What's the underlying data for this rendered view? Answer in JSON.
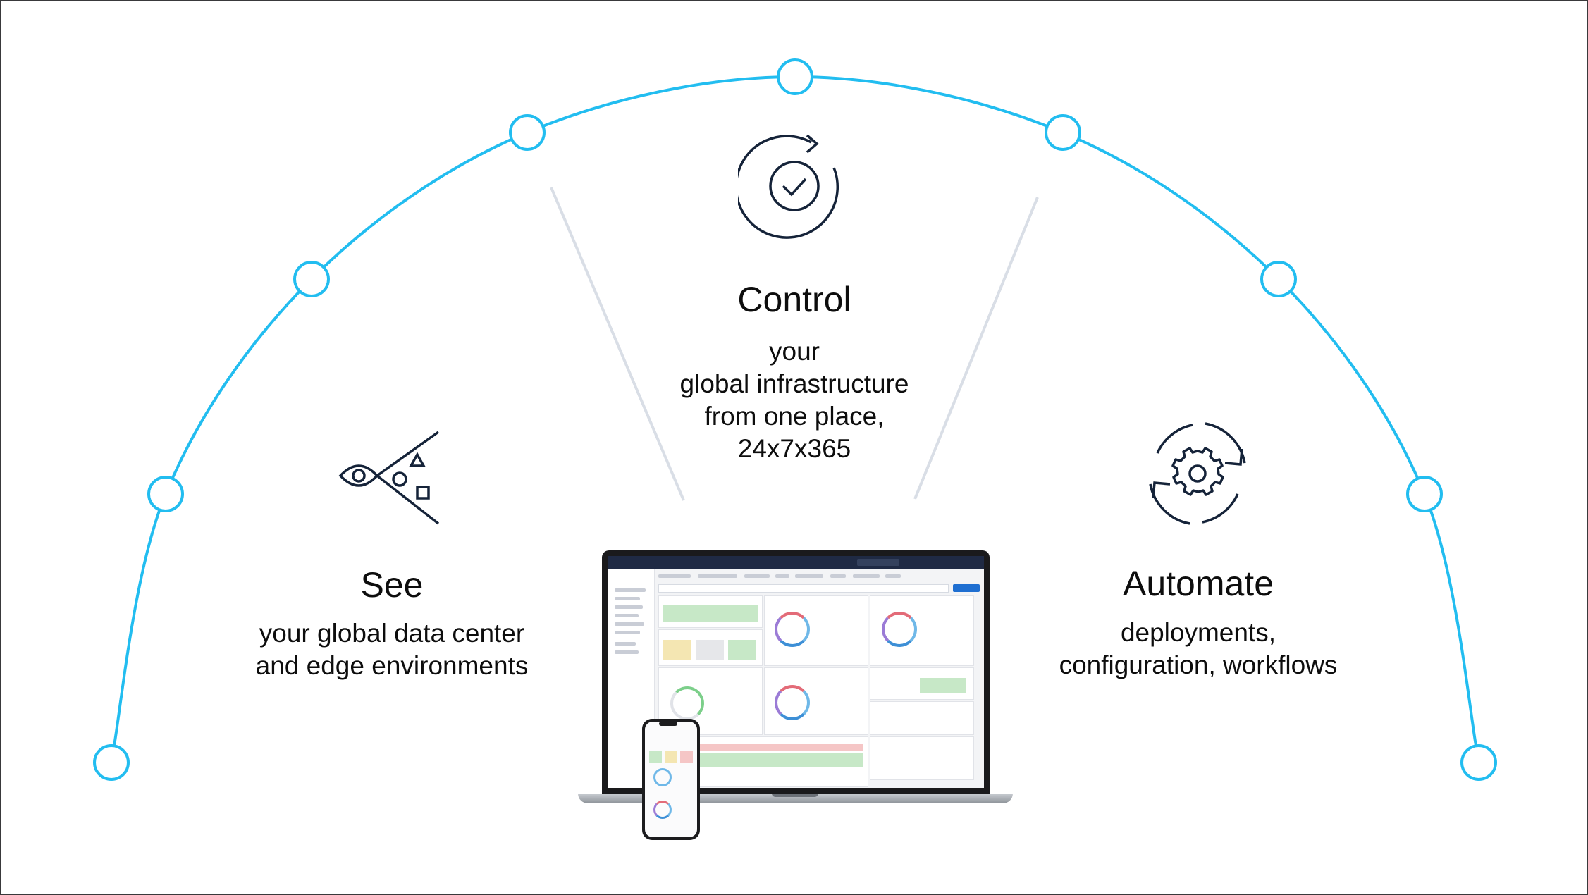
{
  "colors": {
    "arc": "#22bdf0",
    "divider": "#d9dee6",
    "icon_stroke": "#152339",
    "text": "#0d0d0d",
    "border": "#39393b"
  },
  "center": {
    "icon": "check-cycle-icon",
    "heading": "Control",
    "lines": [
      "your",
      "global infrastructure",
      "from one place,",
      "24x7x365"
    ]
  },
  "left": {
    "icon": "eye-shapes-icon",
    "heading": "See",
    "lines": [
      "your global data center",
      "and edge environments"
    ]
  },
  "right": {
    "icon": "gear-cycle-icon",
    "heading": "Automate",
    "lines": [
      "deployments,",
      "configuration, workflows"
    ]
  },
  "devices": {
    "laptop_icon": "laptop-dashboard-icon",
    "phone_icon": "phone-dashboard-icon"
  }
}
